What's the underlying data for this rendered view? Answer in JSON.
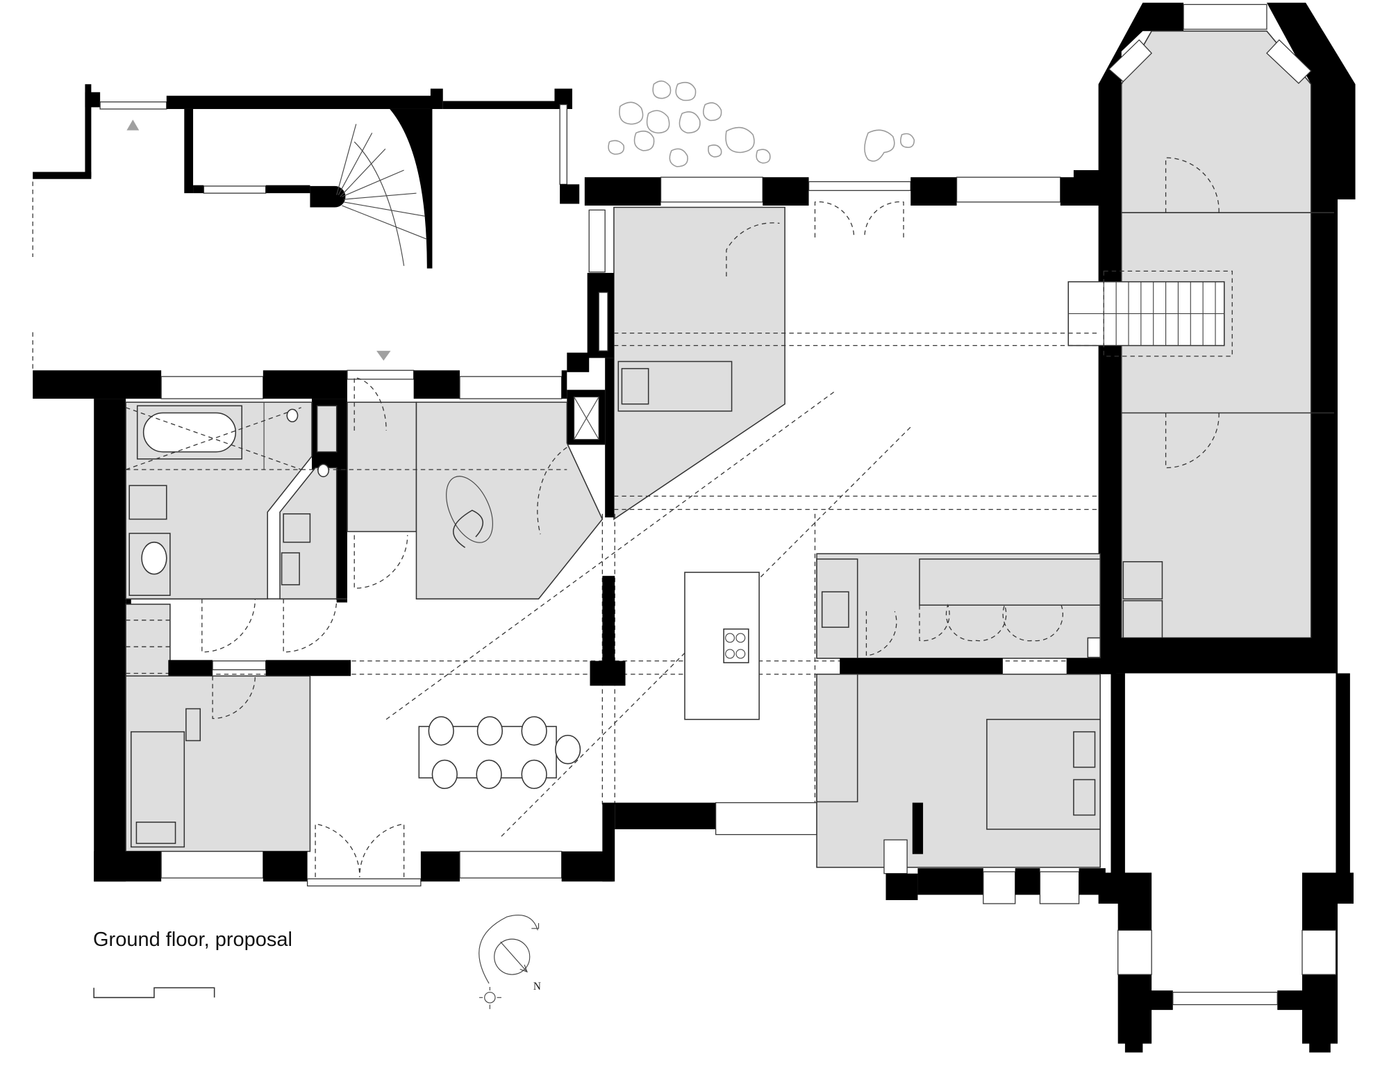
{
  "drawing": {
    "title": "Ground floor, proposal",
    "type": "architectural floor plan",
    "compass": {
      "north_label": "N",
      "rotation_deg": 135
    },
    "scale_bar": {
      "segments": 2
    },
    "colors": {
      "wall": "#000000",
      "room_fill": "#dedede",
      "background": "#ffffff",
      "marker": "#a0a0a0"
    }
  },
  "spaces": [
    {
      "id": "stair-hall",
      "fill": "white"
    },
    {
      "id": "bathroom",
      "fill": "grey"
    },
    {
      "id": "wc",
      "fill": "grey"
    },
    {
      "id": "utility",
      "fill": "grey"
    },
    {
      "id": "bedroom-small",
      "fill": "grey"
    },
    {
      "id": "dining",
      "fill": "white"
    },
    {
      "id": "kitchen",
      "fill": "white"
    },
    {
      "id": "living-upper",
      "fill": "grey"
    },
    {
      "id": "bedroom-main",
      "fill": "grey"
    },
    {
      "id": "tower-rooms",
      "fill": "grey"
    },
    {
      "id": "bay-room",
      "fill": "white"
    }
  ],
  "furniture": {
    "dining_chairs": 7,
    "hob_burners": 4
  }
}
